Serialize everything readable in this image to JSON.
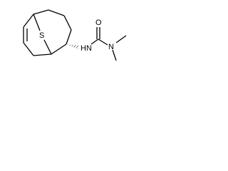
{
  "molecule": {
    "atoms": {
      "sulfur": "S",
      "nh": "HN",
      "oxygen": "O",
      "nitrogen": "N"
    }
  },
  "colors": {
    "bond": "#000000",
    "background": "#ffffff"
  }
}
